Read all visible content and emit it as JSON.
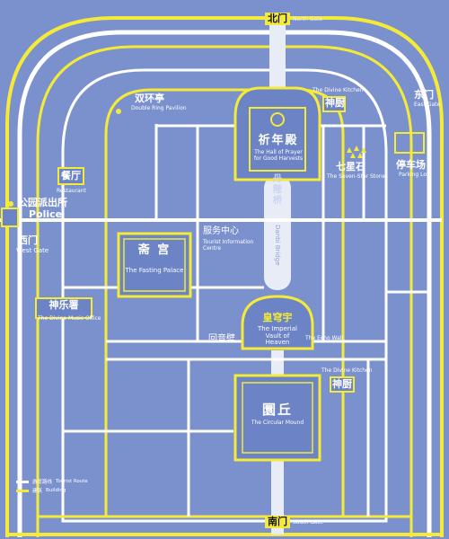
{
  "map": {
    "colors": {
      "background": "#7b91ce",
      "tourist_route": "#ffffff",
      "building": "#f4ea38",
      "wall_fill": "#5f74b4"
    },
    "gates": {
      "north": {
        "zh": "北门",
        "en": "North Gate"
      },
      "south": {
        "zh": "南门",
        "en": "South Gate"
      },
      "east": {
        "zh": "东门",
        "en": "East Gate"
      },
      "west": {
        "zh": "西门",
        "en": "West Gate"
      }
    },
    "places": {
      "hall_prayer": {
        "zh": "祈年殿",
        "en": "The Hall of Prayer for Good Harvests"
      },
      "double_ring": {
        "zh": "双环亭",
        "en": "Double Ring Pavilion"
      },
      "divine_kitchen_north": {
        "zh": "神厨",
        "en": "The Divine Kitchen"
      },
      "seven_star": {
        "zh": "七星石",
        "en": "The Seven-Star Stone"
      },
      "parking": {
        "zh": "停车场",
        "en": "Parking Lot"
      },
      "restaurant": {
        "zh": "餐厅",
        "en": "Restaurant"
      },
      "police": {
        "zh": "公园派出所",
        "en": "Police"
      },
      "danbi_bridge": {
        "zh": "丹陛桥",
        "en": "Danbi Bridge"
      },
      "fasting_palace": {
        "zh": "斋  宫",
        "en": "The Fasting Palace"
      },
      "tourist_centre": {
        "zh": "服务中心",
        "en": "Tourist Information Centre"
      },
      "divine_music": {
        "zh": "神乐署",
        "en": "The Divine Music Office"
      },
      "imperial_vault": {
        "zh": "皇穹宇",
        "en": "The Imperial Vault of Heaven"
      },
      "echo_wall": {
        "zh": "回音壁",
        "en": "The Echo Wall"
      },
      "divine_kitchen_south": {
        "zh": "神厨",
        "en": "The Divine Kitchen"
      },
      "circular_mound": {
        "zh": "圜丘",
        "en": "The Circular Mound"
      }
    },
    "legend": [
      {
        "zh": "游览路线",
        "en": "Tourist Route",
        "color": "#ffffff"
      },
      {
        "zh": "建筑",
        "en": "Building",
        "color": "#f4ea38"
      }
    ]
  }
}
